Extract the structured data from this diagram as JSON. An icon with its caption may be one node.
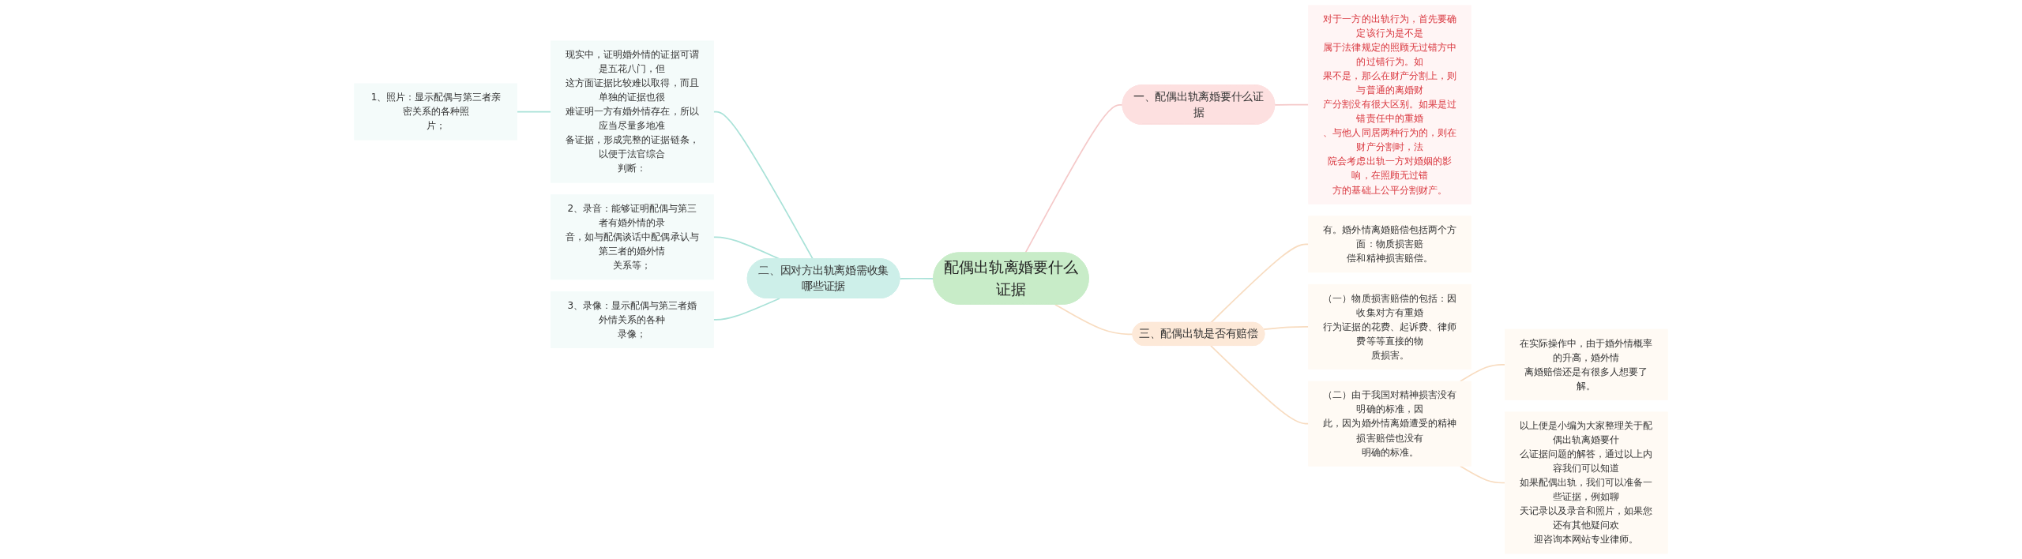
{
  "diagram": {
    "nodes": [
      {
        "text": [
          "配偶出轨离婚要什么证据"
        ]
      },
      {
        "text": [
          "一、配偶出轨离婚要什么证据"
        ]
      },
      {
        "text": [
          "对于一方的出轨行为，首先要确定该行为是不是属于法律规定的照顾无过错方中的过错行为。如果不是，那么在财产分割上，则与普通的离婚财产分割没有很大区别。如果是过错责任中的重婚、与他人同居两种行为的，则在财产分割时，法院会考虑出轨一方对婚姻的影响，在照顾无过错方的基础上公平分割财产。"
        ]
      },
      {
        "text": [
          "二、因对方出轨离婚需收集哪些证据"
        ]
      },
      {
        "text": [
          "现实中，证明婚外情的证据可谓是五花八门，但这方面证据比较难以取得，而且单独的证据也很难证明一方有婚外情存在，所以应当尽量多地准备证据，形成完整的证据链条，以便于法官综合判断："
        ]
      },
      {
        "text": [
          "1、照片：显示配偶与第三者亲密关系的各种照片；"
        ]
      },
      {
        "text": [
          "2、录音：能够证明配偶与第三者有婚外情的录音，如与配偶谈话中配偶承认与第三者的婚外情关系等；"
        ]
      },
      {
        "text": [
          "3、录像：显示配偶与第三者婚外情关系的各种录像；"
        ]
      },
      {
        "text": [
          "三、配偶出轨是否有赔偿"
        ]
      },
      {
        "text": [
          "有。婚外情离婚赔偿包括两个方面：物质损害赔偿和精神损害赔偿。"
        ]
      },
      {
        "text": [
          "（一）物质损害赔偿的包括：因收集对方有重婚行为证据的花费、起诉费、律师费等等直接的物质损害。"
        ]
      },
      {
        "text": [
          "（二）由于我国对精神损害没有明确的标准，因此，因为婚外情离婚遭受的精神损害赔偿也没有明确的标准。"
        ]
      },
      {
        "text": [
          "在实际操作中，由于婚外情概率的升高，婚外情离婚赔偿还是有很多人想要了解。"
        ]
      },
      {
        "text": [
          "以上便是小编为大家整理关于配偶出轨离婚要什么证据问题的解答，通过以上内容我们可以知道如果配偶出轨，我们可以准备一些证据，例如聊天记录以及录音和照片，如果您还有其他疑问欢迎咨询本网站专业律师。"
        ]
      }
    ],
    "edges": [
      {
        "from": 0,
        "to": 1,
        "arrow": "none",
        "color": "#f5c9c9"
      },
      {
        "from": 1,
        "to": 2,
        "arrow": "none",
        "color": "#f5c9c9"
      },
      {
        "from": 0,
        "to": 3,
        "arrow": "none",
        "color": "#a9e2d8"
      },
      {
        "from": 3,
        "to": 4,
        "arrow": "none",
        "color": "#a9e2d8"
      },
      {
        "from": 4,
        "to": 5,
        "arrow": "none",
        "color": "#a9e2d8"
      },
      {
        "from": 3,
        "to": 6,
        "arrow": "none",
        "color": "#a9e2d8"
      },
      {
        "from": 3,
        "to": 7,
        "arrow": "none",
        "color": "#a9e2d8"
      },
      {
        "from": 0,
        "to": 8,
        "arrow": "none"
      },
      {
        "from": 8,
        "to": 9,
        "arrow": "none"
      },
      {
        "from": 8,
        "to": 10,
        "arrow": "none"
      },
      {
        "from": 8,
        "to": 11,
        "arrow": "none"
      },
      {
        "from": 11,
        "to": 12,
        "arrow": "none"
      },
      {
        "from": 11,
        "to": 13,
        "arrow": "none"
      }
    ]
  }
}
